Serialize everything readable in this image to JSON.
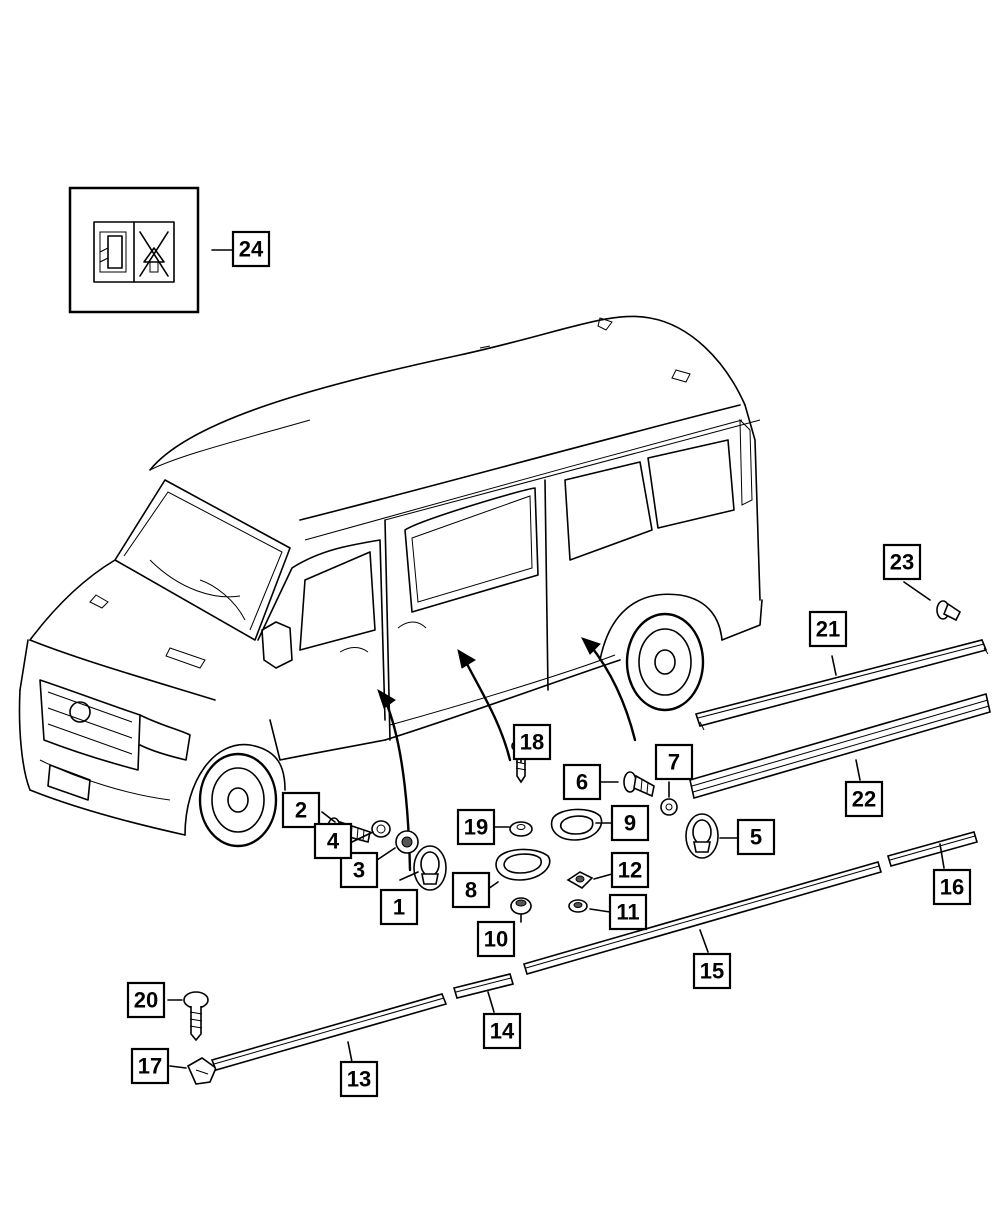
{
  "callouts": [
    {
      "id": "c1",
      "label": "1"
    },
    {
      "id": "c2",
      "label": "2"
    },
    {
      "id": "c3",
      "label": "3"
    },
    {
      "id": "c4",
      "label": "4"
    },
    {
      "id": "c5",
      "label": "5"
    },
    {
      "id": "c6",
      "label": "6"
    },
    {
      "id": "c7",
      "label": "7"
    },
    {
      "id": "c8",
      "label": "8"
    },
    {
      "id": "c9",
      "label": "9"
    },
    {
      "id": "c10",
      "label": "10"
    },
    {
      "id": "c11",
      "label": "11"
    },
    {
      "id": "c12",
      "label": "12"
    },
    {
      "id": "c13",
      "label": "13"
    },
    {
      "id": "c14",
      "label": "14"
    },
    {
      "id": "c15",
      "label": "15"
    },
    {
      "id": "c16",
      "label": "16"
    },
    {
      "id": "c17",
      "label": "17"
    },
    {
      "id": "c18",
      "label": "18"
    },
    {
      "id": "c19",
      "label": "19"
    },
    {
      "id": "c20",
      "label": "20"
    },
    {
      "id": "c21",
      "label": "21"
    },
    {
      "id": "c22",
      "label": "22"
    },
    {
      "id": "c23",
      "label": "23"
    },
    {
      "id": "c24",
      "label": "24"
    }
  ],
  "colors": {
    "line": "#000000",
    "background": "#ffffff"
  }
}
